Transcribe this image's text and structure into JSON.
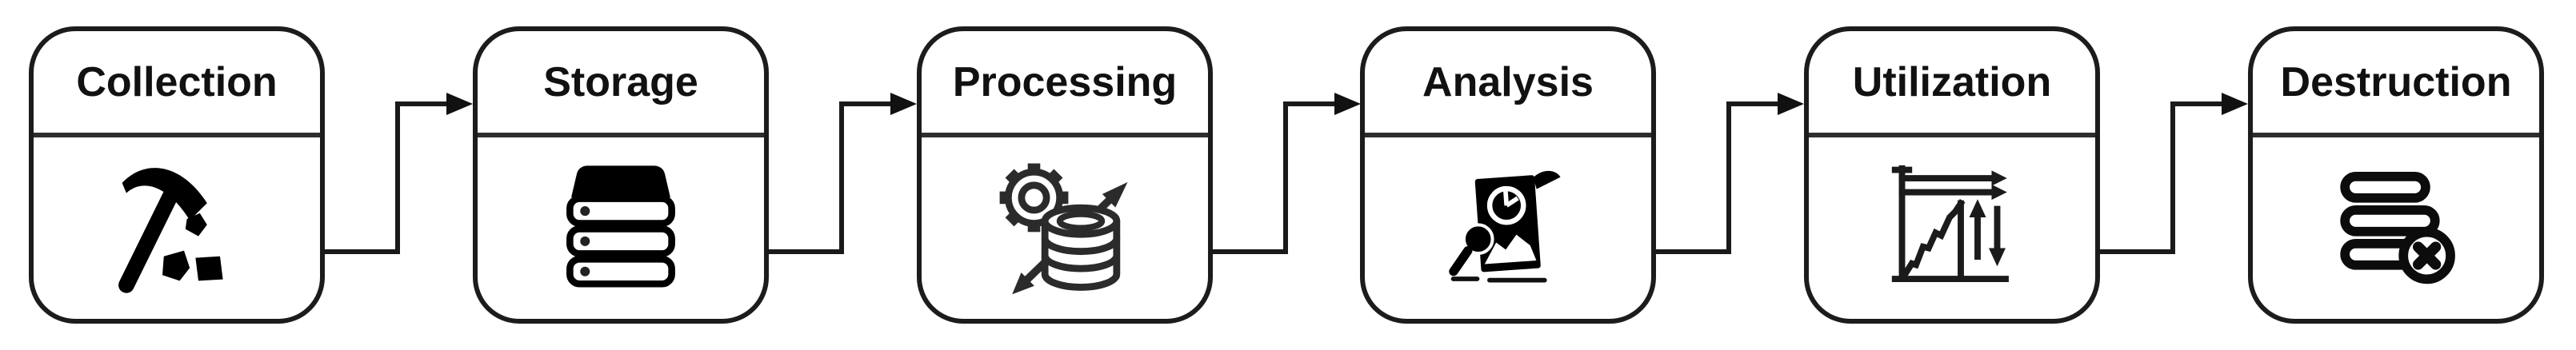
{
  "stages": [
    {
      "label": "Collection",
      "icon": "pickaxe-icon"
    },
    {
      "label": "Storage",
      "icon": "server-stack-icon"
    },
    {
      "label": "Processing",
      "icon": "gear-database-icon"
    },
    {
      "label": "Analysis",
      "icon": "report-magnifier-icon"
    },
    {
      "label": "Utilization",
      "icon": "usage-chart-icon"
    },
    {
      "label": "Destruction",
      "icon": "data-delete-icon"
    }
  ],
  "connectors": {
    "count": 5,
    "style": "elbow",
    "arrow": "filled-right-triangle"
  },
  "colors": {
    "background": "#ffffff",
    "line": "#1a1a1a",
    "icon": "#000000",
    "text": "#111111"
  }
}
